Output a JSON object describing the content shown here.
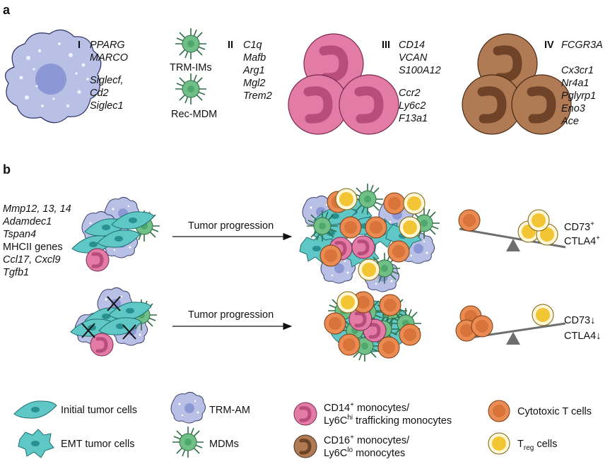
{
  "panel_a": {
    "label": "a",
    "groups": [
      {
        "numeral": "I",
        "genes": [
          "PPARG",
          "MARCO",
          "Siglecf,",
          "Cd2",
          "Siglec1"
        ]
      },
      {
        "numeral": "II",
        "genes": [
          "C1q",
          "Mafb",
          "Arg1",
          "Mgl2",
          "Trem2"
        ],
        "cell_labels": [
          "TRM-IMs",
          "Rec-MDM"
        ]
      },
      {
        "numeral": "III",
        "genes": [
          "CD14",
          "VCAN",
          "S100A12",
          "Ccr2",
          "Ly6c2",
          "F13a1"
        ]
      },
      {
        "numeral": "IV",
        "genes": [
          "FCGR3A",
          "Cx3cr1",
          "Nr4a1",
          "Pglyrp1",
          "Eno3",
          "Ace"
        ]
      }
    ]
  },
  "panel_b": {
    "label": "b",
    "genes": [
      "Mmp12, 13, 14",
      "Adamdec1",
      "Tspan4",
      "MHCII genes",
      "Ccl17, Cxcl9",
      "Tgfb1"
    ],
    "arrow_label_top": "Tumor progression",
    "arrow_label_bottom": "Tumor progression",
    "markers_top": {
      "cd73": "CD73",
      "cd73_sup": "+",
      "ctla4": "CTLA4",
      "ctla4_sup": "+"
    },
    "markers_bottom": {
      "cd73": "CD73↓",
      "ctla4": "CTLA4↓"
    }
  },
  "legend": {
    "initial_tumor": "Initial tumor cells",
    "emt_tumor": "EMT tumor cells",
    "trm_am": "TRM-AM",
    "mdms": "MDMs",
    "cd14_line1_a": "CD14",
    "cd14_line1_sup": "+",
    "cd14_line1_b": " monocytes/",
    "cd14_line2_a": "Ly6C",
    "cd14_line2_sup": "hi",
    "cd14_line2_b": " trafficking monocytes",
    "cd16_line1_a": "CD16",
    "cd16_line1_sup": "+",
    "cd16_line1_b": " monocytes/",
    "cd16_line2_a": "Ly6C",
    "cd16_line2_sup": "lo",
    "cd16_line2_b": " monocytes",
    "cytotoxic": "Cytotoxic T cells",
    "treg_a": "T",
    "treg_sub": "reg",
    "treg_b": " cells"
  },
  "colors": {
    "am_fill": "#b9c0e6",
    "am_nucleus": "#8c97d6",
    "mdm_fill": "#6fbf86",
    "mdm_dark": "#2f6f45",
    "tumor_fill": "#5fc7c6",
    "tumor_dark": "#2a8f90",
    "cd14_fill": "#e27ba5",
    "cd14_dark": "#b84c7b",
    "cd16_fill": "#b07a55",
    "cd16_dark": "#6f4327",
    "tcell_fill": "#e98b52",
    "treg_fill": "#f2c535",
    "seesaw": "#6e6e6e"
  }
}
